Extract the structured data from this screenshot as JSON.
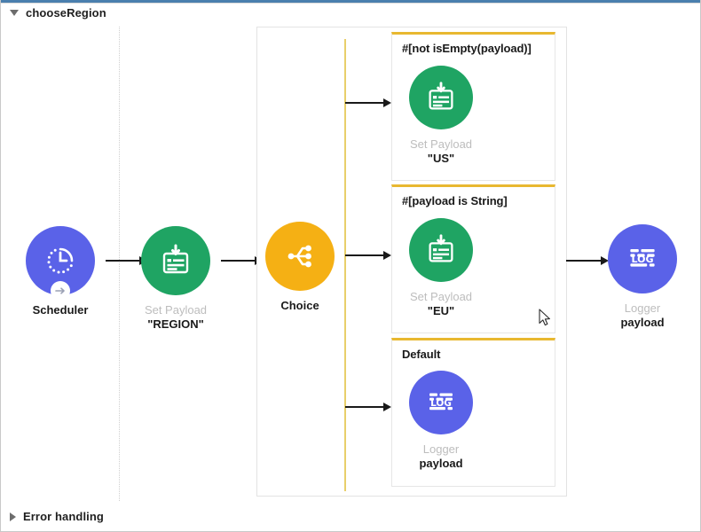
{
  "window": {
    "accent_color": "#4a7fae"
  },
  "sections": {
    "flow": {
      "label": "chooseRegion",
      "expanded": true,
      "icon": "chevron-down-icon"
    },
    "error": {
      "label": "Error handling",
      "expanded": false,
      "icon": "chevron-right-icon"
    }
  },
  "nodes": {
    "scheduler": {
      "type_label": "Scheduler",
      "value_label": "",
      "icon": "scheduler-clock-icon",
      "color": "#5a62e8"
    },
    "set_payload_region": {
      "type_label": "Set Payload",
      "value_label": "\"REGION\"",
      "icon": "set-payload-icon",
      "color": "#1fa463"
    },
    "choice": {
      "type_label": "Choice",
      "value_label": "",
      "icon": "choice-branch-icon",
      "color": "#f5b014"
    },
    "set_payload_us": {
      "type_label": "Set Payload",
      "value_label": "\"US\"",
      "icon": "set-payload-icon",
      "color": "#1fa463"
    },
    "set_payload_eu": {
      "type_label": "Set Payload",
      "value_label": "\"EU\"",
      "icon": "set-payload-icon",
      "color": "#1fa463"
    },
    "logger_default": {
      "type_label": "Logger",
      "value_label": "payload",
      "icon": "logger-log-icon",
      "color": "#5a62e8"
    },
    "logger_end": {
      "type_label": "Logger",
      "value_label": "payload",
      "icon": "logger-log-icon",
      "color": "#5a62e8"
    }
  },
  "branches": [
    {
      "condition": "#[not isEmpty(payload)]"
    },
    {
      "condition": "#[payload is String]"
    },
    {
      "condition": "Default"
    }
  ],
  "colors": {
    "branch_top_border": "#e8b830",
    "spine": "#e8cf6a",
    "muted_text": "#bdbdbd",
    "body_text": "#1a1a1a"
  }
}
